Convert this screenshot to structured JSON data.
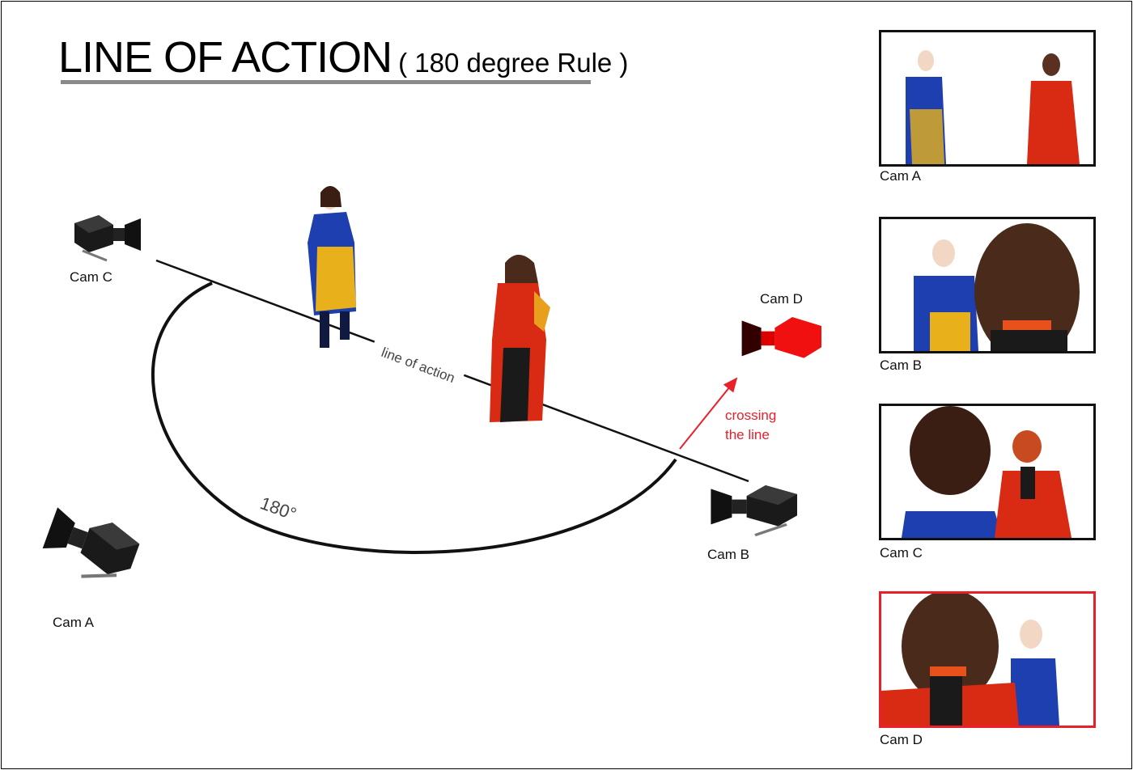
{
  "title": {
    "main": "LINE OF ACTION",
    "sub": "( 180 degree Rule )"
  },
  "diagram": {
    "line_label": "line of action",
    "angle_label": "180°",
    "crossing_label_1": "crossing",
    "crossing_label_2": "the line",
    "cameras": {
      "a": "Cam A",
      "b": "Cam B",
      "c": "Cam C",
      "d": "Cam D"
    }
  },
  "panels": [
    {
      "label": "Cam A"
    },
    {
      "label": "Cam B"
    },
    {
      "label": "Cam C"
    },
    {
      "label": "Cam D"
    }
  ],
  "colors": {
    "accent": "#e8202a",
    "blue_costume": "#1d3fb0",
    "red_costume": "#d92a14",
    "gold": "#e8b11c"
  }
}
